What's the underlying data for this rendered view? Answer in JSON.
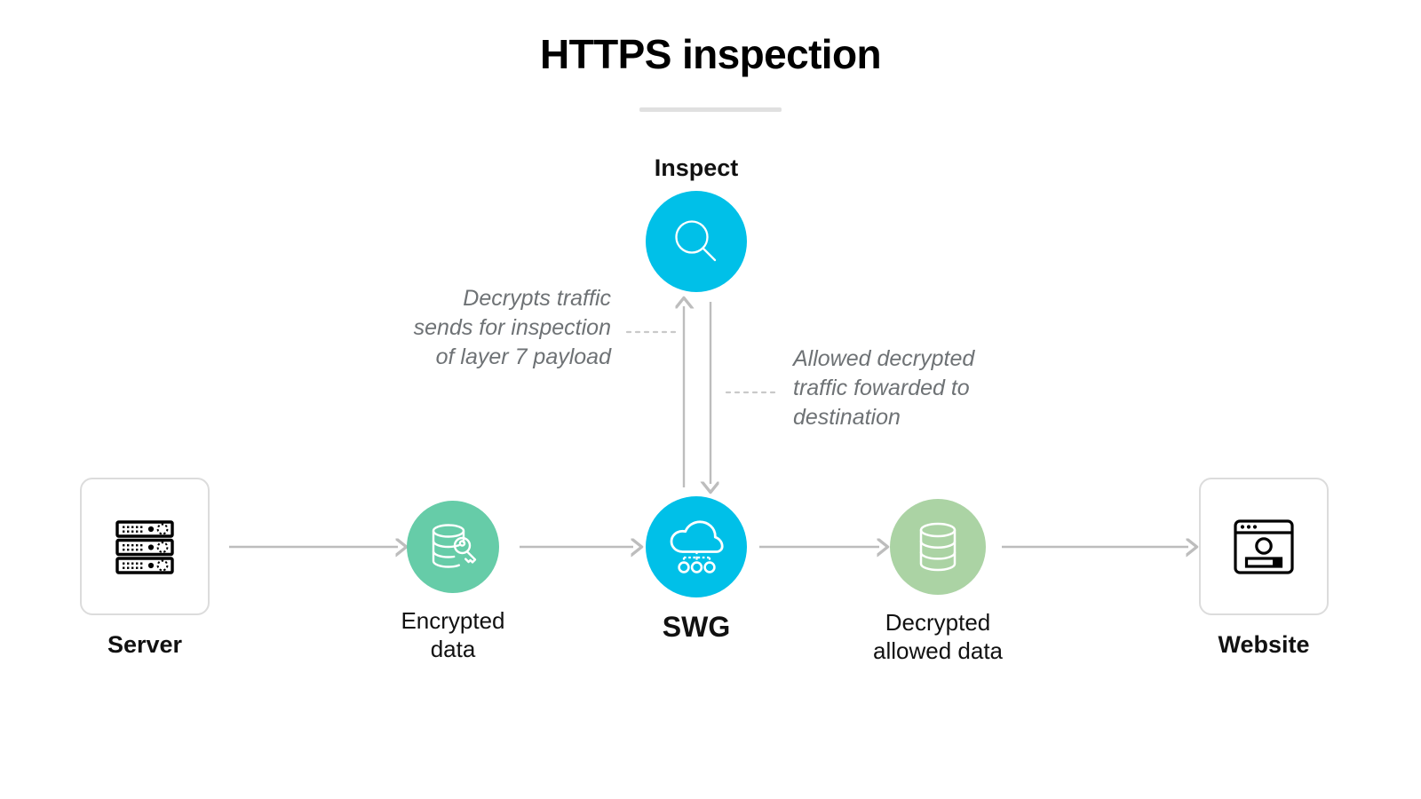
{
  "page": {
    "title": "HTTPS inspection",
    "background_color": "#ffffff",
    "title_rule_color": "#e0e0e0"
  },
  "colors": {
    "cyan": "#00c0e8",
    "green_teal": "#66cca8",
    "green_pale": "#abd3a4",
    "arrow_gray": "#bdbdbd",
    "annotation_gray": "#6e7275",
    "box_border": "#dcdcdc",
    "icon_dark": "#000000",
    "icon_light": "#ffffff"
  },
  "diagram": {
    "type": "flow-diagram",
    "nodes": [
      {
        "id": "server",
        "label": "Server",
        "shape": "rounded-box",
        "icon": "server-rack-icon",
        "fill": "#ffffff",
        "label_weight": "bold"
      },
      {
        "id": "encrypted-data",
        "label": "Encrypted\ndata",
        "label_line1": "Encrypted",
        "label_line2": "data",
        "shape": "circle",
        "icon": "database-key-icon",
        "fill": "#66cca8",
        "label_weight": "regular"
      },
      {
        "id": "swg",
        "label": "SWG",
        "shape": "circle",
        "icon": "cloud-network-icon",
        "fill": "#00c0e8",
        "label_weight": "bold"
      },
      {
        "id": "decrypted-allowed-data",
        "label": "Decrypted\nallowed data",
        "label_line1": "Decrypted",
        "label_line2": "allowed data",
        "shape": "circle",
        "icon": "database-icon",
        "fill": "#abd3a4",
        "label_weight": "regular"
      },
      {
        "id": "website",
        "label": "Website",
        "shape": "rounded-box",
        "icon": "browser-window-icon",
        "fill": "#ffffff",
        "label_weight": "bold"
      },
      {
        "id": "inspect",
        "label": "Inspect",
        "shape": "circle",
        "icon": "magnifier-icon",
        "fill": "#00c0e8",
        "label_weight": "bold",
        "label_position": "above"
      }
    ],
    "annotations": [
      {
        "id": "annotation-left",
        "align": "right",
        "line1": "Decrypts traffic",
        "line2": "sends for inspection",
        "line3": "of layer 7 payload",
        "leader": "dotted"
      },
      {
        "id": "annotation-right",
        "align": "left",
        "line1": "Allowed decrypted",
        "line2": "traffic fowarded to",
        "line3": "destination",
        "leader": "dotted"
      }
    ],
    "connectors": [
      {
        "id": "server-to-encrypted",
        "from": "server",
        "to": "encrypted-data",
        "direction": "right"
      },
      {
        "id": "encrypted-to-swg",
        "from": "encrypted-data",
        "to": "swg",
        "direction": "right"
      },
      {
        "id": "swg-to-decrypted",
        "from": "swg",
        "to": "decrypted-allowed-data",
        "direction": "right"
      },
      {
        "id": "decrypted-to-website",
        "from": "decrypted-allowed-data",
        "to": "website",
        "direction": "right"
      },
      {
        "id": "swg-to-inspect",
        "from": "swg",
        "to": "inspect",
        "direction": "up"
      },
      {
        "id": "inspect-to-swg",
        "from": "inspect",
        "to": "swg",
        "direction": "down"
      }
    ]
  }
}
